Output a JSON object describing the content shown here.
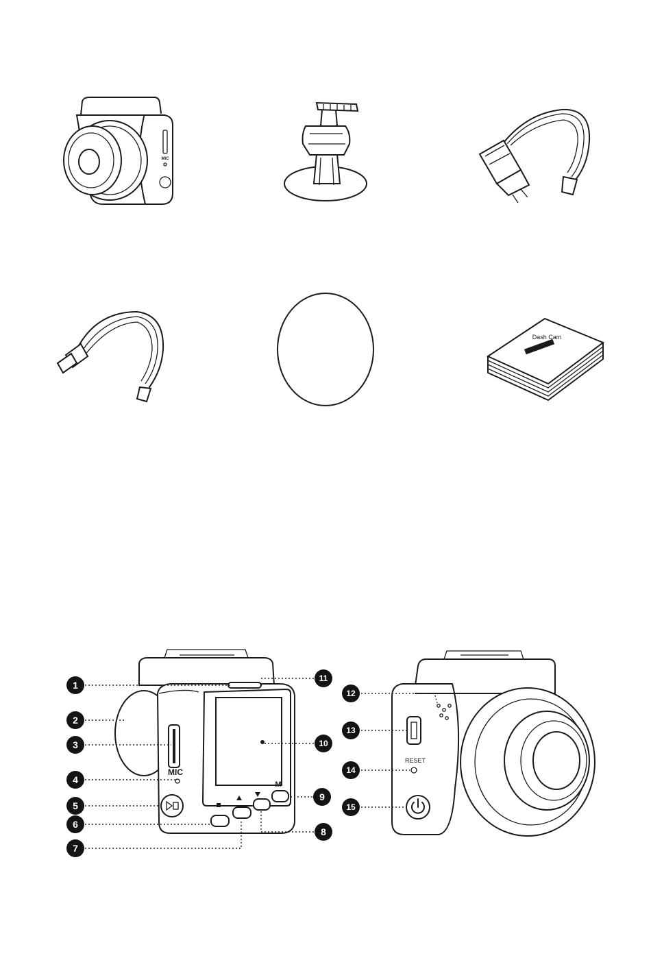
{
  "accessories": {
    "camera": {
      "icon": "dash-camera-icon",
      "mic_label": "MIC"
    },
    "mount": {
      "icon": "adhesive-mount-icon"
    },
    "car_charger": {
      "icon": "car-charger-cable-icon"
    },
    "usb_cable": {
      "icon": "usb-cable-icon"
    },
    "adhesive_pad": {
      "icon": "adhesive-pad-icon"
    },
    "manual": {
      "icon": "user-manual-icon",
      "title": "Dash Cam"
    }
  },
  "diagram": {
    "front": {
      "mic_label": "MIC",
      "m_label": "M"
    },
    "rear": {
      "reset_label": "RESET"
    },
    "callouts": [
      "1",
      "2",
      "3",
      "4",
      "5",
      "6",
      "7",
      "8",
      "9",
      "10",
      "11",
      "12",
      "13",
      "14",
      "15"
    ]
  }
}
